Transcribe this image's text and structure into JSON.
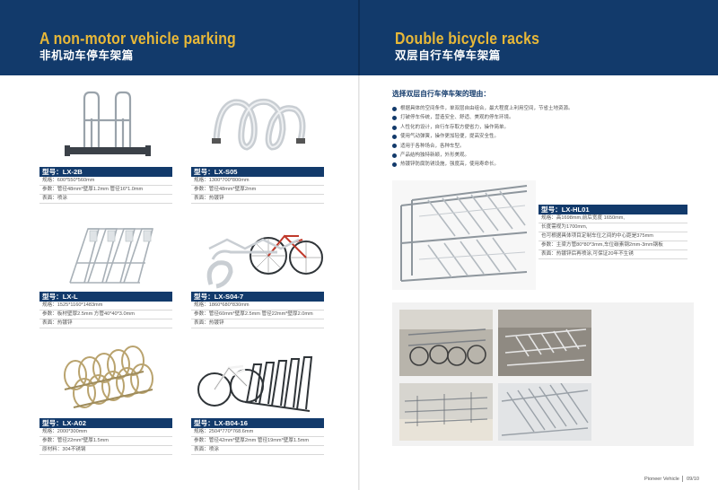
{
  "header": {
    "left_title_en": "A non-motor vehicle parking",
    "left_title_zh": "非机动车停车架篇",
    "right_title_en": "Double bicycle racks",
    "right_title_zh": "双层自行车停车架篇"
  },
  "products": [
    {
      "model": "型号：LX-2B",
      "specs": [
        "规格：600*550*560mm",
        "参数：管径48mm*壁厚1.2mm  管径16*1.0mm",
        "表面：喷涂"
      ]
    },
    {
      "model": "型号：LX-S05",
      "specs": [
        "规格：1300*700*800mm",
        "参数：管径48mm*壁厚2mm",
        "表面：热镀锌"
      ]
    },
    {
      "model": "型号：LX-L",
      "specs": [
        "规格：1525*1160*1483mm",
        "参数：板材壁厚2.5mm  方管40*40*3.0mm",
        "表面：热镀锌"
      ]
    },
    {
      "model": "型号：LX-S04-7",
      "specs": [
        "规格：1860*680*830mm",
        "参数：管径60mm*壁厚2.5mm  管径22mm*壁厚2.0mm",
        "表面：热镀锌"
      ]
    },
    {
      "model": "型号：LX-A02",
      "specs": [
        "规格：2000*300mm",
        "参数：管径22mm*壁厚1.5mm",
        "原材料：304不锈钢"
      ]
    },
    {
      "model": "型号：LX-B04-16",
      "specs": [
        "规格：2504*770*768.6mm",
        "参数：管径42mm*壁厚2mm  管径19mm*壁厚1.5mm",
        "表面：喷涂"
      ]
    }
  ],
  "reasons": {
    "title": "选择双层自行车停车架的理由：",
    "items": [
      "根据具体的空间条件，单双层自由组合，最大程度上利用空间，节省土地资源。",
      "打破停车传统，营造安全、舒适、美观的停车环境。",
      "人性化的设计，自行车存取方便省力，操作简单。",
      "使用气动弹簧，操作更加轻便，提高安全性。",
      "适用于各种场合，各种车型。",
      "产品结构独特新颖，外形美观。",
      "热镀锌防腐防锈设施，强度高，使用寿命长。"
    ]
  },
  "double_rack": {
    "model": "型号：LX-HL01",
    "specs": [
      "规格：高1698mm,前后宽度 1650mm,",
      "长度需视为1700mm,",
      "也可根据具体项目定制车位之间的中心距是375mm",
      "参数：主梁方管80*80*3mm,车位碳素钢2mm-3mm钢板",
      "表面：热镀锌后再喷涂,可保证20年不生锈"
    ]
  },
  "footer": {
    "brand": "Pioneer Vehicle",
    "pages": "09/10"
  },
  "colors": {
    "header_bg": "#123a6b",
    "accent": "#e8b838",
    "bar_bg": "#123a6b"
  }
}
